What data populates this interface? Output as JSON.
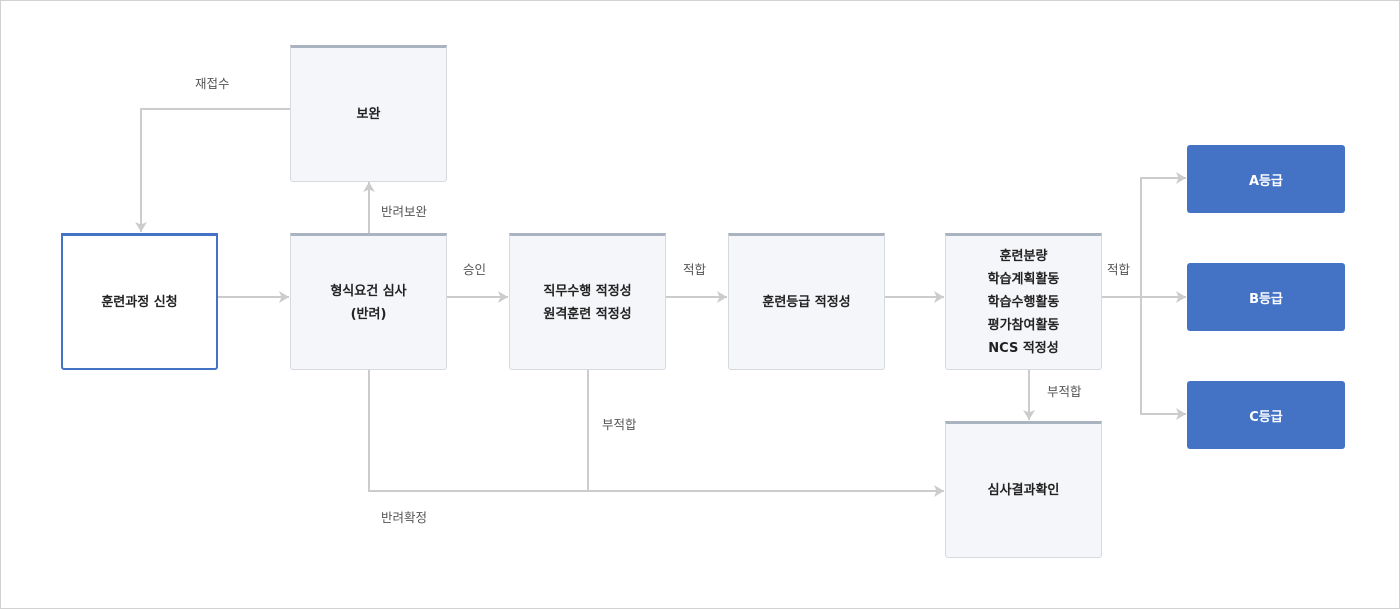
{
  "colors": {
    "accent": "#4472c4",
    "box_fill": "#f5f6f9",
    "box_top_border": "#a9b4c0",
    "box_border": "#d6dadf",
    "connector": "#cccccc",
    "text": "#222222",
    "label_text": "#555555"
  },
  "nodes": {
    "application": "훈련과정 신청",
    "supplement": "보완",
    "formal_review": [
      "형식요건 심사",
      "(반려)"
    ],
    "job_suitability": [
      "직무수행 적정성",
      "원격훈련 적정성"
    ],
    "grade_suitability": "훈련등급 적정성",
    "content_review": [
      "훈련분량",
      "학습계획활동",
      "학습수행활동",
      "평가참여활동",
      "NCS 적정성"
    ],
    "result_check": "심사결과확인"
  },
  "grades": [
    "A등급",
    "B등급",
    "C등급"
  ],
  "edge_labels": {
    "resubmit": "재접수",
    "return_supplement": "반려보완",
    "approve": "승인",
    "suitable_job_to_grade": "적합",
    "suitable_to_grades": "적합",
    "unsuitable_content": "부적합",
    "unsuitable_job": "부적합",
    "return_confirmed": "반려확정"
  }
}
